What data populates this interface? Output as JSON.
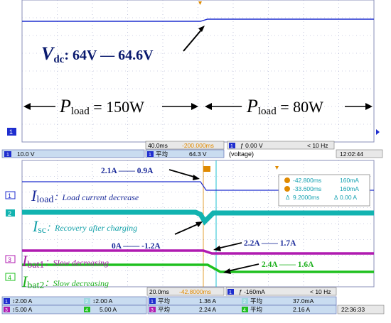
{
  "upper": {
    "vdc_label": {
      "v": "V",
      "sub": "dc",
      "range": ": 64V — 64.6V"
    },
    "pload_left": {
      "p": "P",
      "sub": "load",
      "value": " = 150W"
    },
    "pload_right": {
      "p": "P",
      "sub": "load",
      "value": " = 80W"
    },
    "status": {
      "timebase": "40.0ms",
      "offset": "-200.000ms",
      "trigger": "0.00 V",
      "bw": "< 10 Hz",
      "ch_scale": "10.0 V",
      "measure_name": "平均",
      "measure_value": "64.3 V",
      "measure_note": "(voltage)",
      "clock": "12:02:44"
    }
  },
  "lower": {
    "labels": {
      "iload_top": "2.1A —— 0.9A",
      "iload": {
        "i": "I",
        "sub": "load",
        "desc": "：Load current decrease"
      },
      "isc": {
        "i": "I",
        "sub": "sc",
        "desc": "：Recovery after charging"
      },
      "isc_change": "0A —— -1.2A",
      "ibat1_change": "2.2A —— 1.7A",
      "ibat1": {
        "i": "I",
        "sub": "bat1",
        "desc": "：Slow decreasing"
      },
      "ibat2_change": "2.4A —— 1.6A",
      "ibat2": {
        "i": "I",
        "sub": "bat2",
        "desc": "：Slow decreasing"
      }
    },
    "cursor_box": {
      "r1": {
        "val": "-42.800ms",
        "amp": "160mA"
      },
      "r2": {
        "val": "-33.600ms",
        "amp": "160mA"
      },
      "r3": {
        "val": "9.2000ms",
        "amp": "0.00 A"
      }
    },
    "status": {
      "timebase": "20.0ms",
      "offset": "-42.8000ms",
      "trigger": "-160mA",
      "bw": "< 10 Hz",
      "ch1": "2.00 A",
      "ch2": "2.00 A",
      "ch3": "5.00 A",
      "ch4": "5.00 A",
      "m1_name": "平均",
      "m1_value": "1.36 A",
      "m2_name": "平均",
      "m2_value": "37.0mA",
      "m3_name": "平均",
      "m3_value": "2.24 A",
      "m4_name": "平均",
      "m4_value": "2.16 A",
      "clock": "22:36:33"
    }
  },
  "colors": {
    "ch1": "#1f2ecf",
    "ch2": "#12b3b0",
    "ch3": "#b01bb0",
    "ch4": "#1fc01f",
    "cursor": "#e08a00",
    "grid": "#9aa0c8"
  }
}
